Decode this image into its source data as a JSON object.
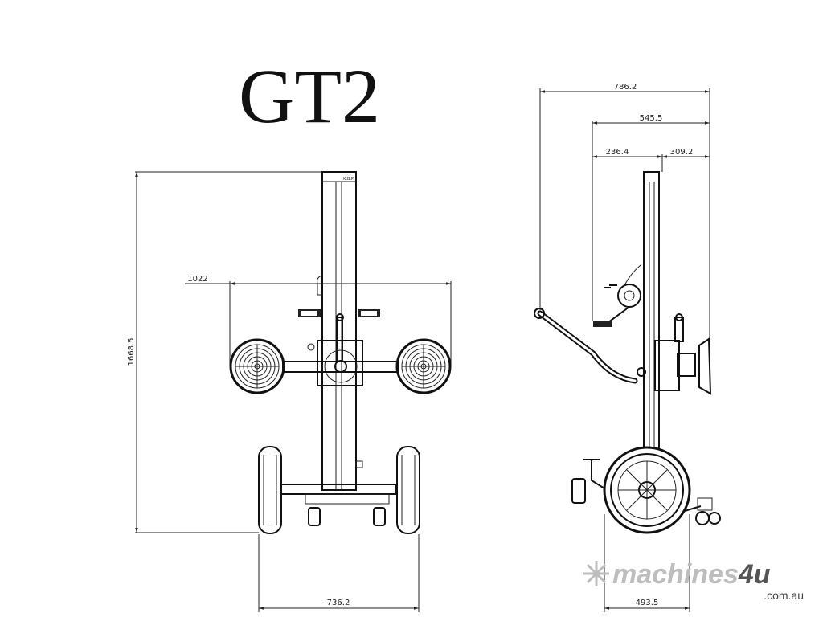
{
  "title": "GT2",
  "front_view": {
    "dimensions": {
      "height": "1668.5",
      "cup_span": "1022",
      "wheel_track": "736.2"
    },
    "label_plate": "K.B.P."
  },
  "side_view": {
    "dimensions": {
      "overall_length": "786.2",
      "mast_to_cup": "545.5",
      "left_offset": "236.4",
      "right_offset": "309.2",
      "wheel_base": "493.5"
    }
  },
  "watermark": {
    "brand_main": "machines",
    "brand_accent": "4u",
    "domain": ".com.au"
  }
}
